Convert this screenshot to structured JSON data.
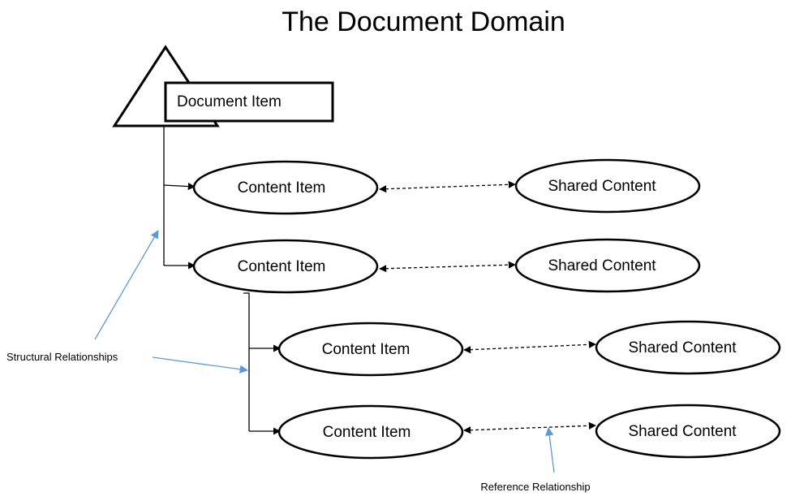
{
  "title": "The Document Domain",
  "document_item": {
    "label": "Document Item"
  },
  "rows": [
    {
      "content_label": "Content Item",
      "shared_label": "Shared Content"
    },
    {
      "content_label": "Content Item",
      "shared_label": "Shared Content"
    },
    {
      "content_label": "Content Item",
      "shared_label": "Shared Content"
    },
    {
      "content_label": "Content Item",
      "shared_label": "Shared Content"
    }
  ],
  "annotations": {
    "structural": "Structural Relationships",
    "reference": "Reference Relationship"
  },
  "colors": {
    "stroke": "#000000",
    "annotation_arrow": "#5b9bd5",
    "background": "#ffffff"
  }
}
